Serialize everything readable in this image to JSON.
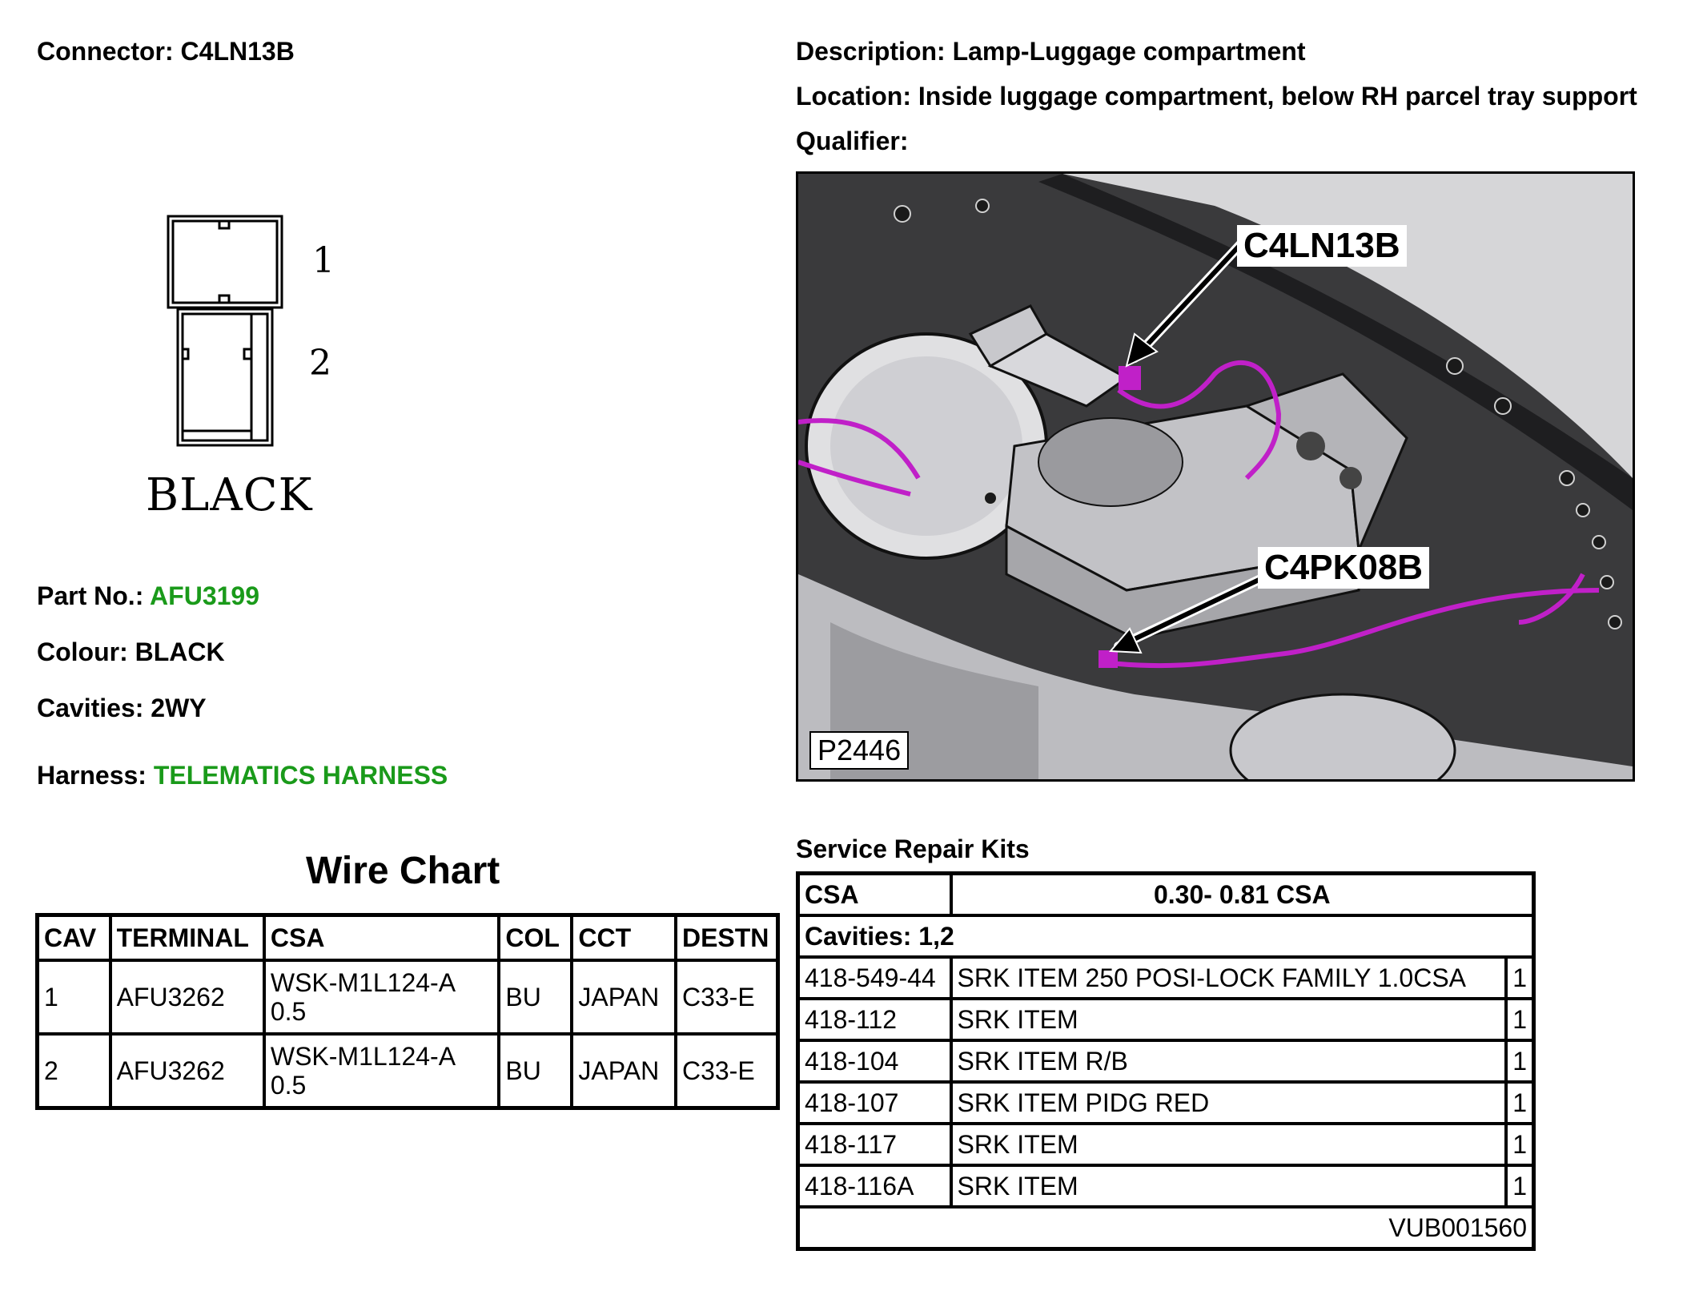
{
  "header": {
    "connector_label": "Connector:",
    "connector_value": "C4LN13B",
    "description_label": "Description:",
    "description_value": "Lamp-Luggage compartment",
    "location_label": "Location:",
    "location_value": "Inside luggage compartment, below RH parcel tray support",
    "qualifier_label": "Qualifier:",
    "qualifier_value": ""
  },
  "connector_drawing": {
    "pin_1": "1",
    "pin_2": "2",
    "colour_text": "BLACK"
  },
  "details": {
    "part_no_label": "Part No.:",
    "part_no_value": "AFU3199",
    "colour_label": "Colour:",
    "colour_value": "BLACK",
    "cavities_label": "Cavities:",
    "cavities_value": "2WY",
    "harness_label": "Harness:",
    "harness_value": "TELEMATICS HARNESS"
  },
  "photo": {
    "callout_1": "C4LN13B",
    "callout_2": "C4PK08B",
    "image_id": "P2446"
  },
  "wire_chart": {
    "title": "Wire Chart",
    "headers": [
      "CAV",
      "TERMINAL",
      "CSA",
      "COL",
      "CCT",
      "DESTN"
    ],
    "rows": [
      {
        "cav": "1",
        "terminal": "AFU3262",
        "csa_line1": "WSK-M1L124-A",
        "csa_line2": "0.5",
        "col": "BU",
        "cct": "JAPAN",
        "destn": "C33-E"
      },
      {
        "cav": "2",
        "terminal": "AFU3262",
        "csa_line1": "WSK-M1L124-A",
        "csa_line2": "0.5",
        "col": "BU",
        "cct": "JAPAN",
        "destn": "C33-E"
      }
    ]
  },
  "service_repair_kits": {
    "title": "Service Repair Kits",
    "csa_label": "CSA",
    "csa_range": "0.30- 0.81 CSA",
    "cavities_text": "Cavities: 1,2",
    "items": [
      {
        "part": "418-549-44",
        "desc": "SRK ITEM 250 POSI-LOCK FAMILY 1.0CSA",
        "qty": "1"
      },
      {
        "part": "418-112",
        "desc": "SRK ITEM",
        "qty": "1"
      },
      {
        "part": "418-104",
        "desc": "SRK ITEM R/B",
        "qty": "1"
      },
      {
        "part": "418-107",
        "desc": "SRK ITEM PIDG RED",
        "qty": "1"
      },
      {
        "part": "418-117",
        "desc": "SRK ITEM",
        "qty": "1"
      },
      {
        "part": "418-116A",
        "desc": "SRK ITEM",
        "qty": "1"
      }
    ],
    "reference": "VUB001560"
  },
  "colors": {
    "highlight_green": "#1a9a1a",
    "wire_purple": "#c020c8"
  }
}
